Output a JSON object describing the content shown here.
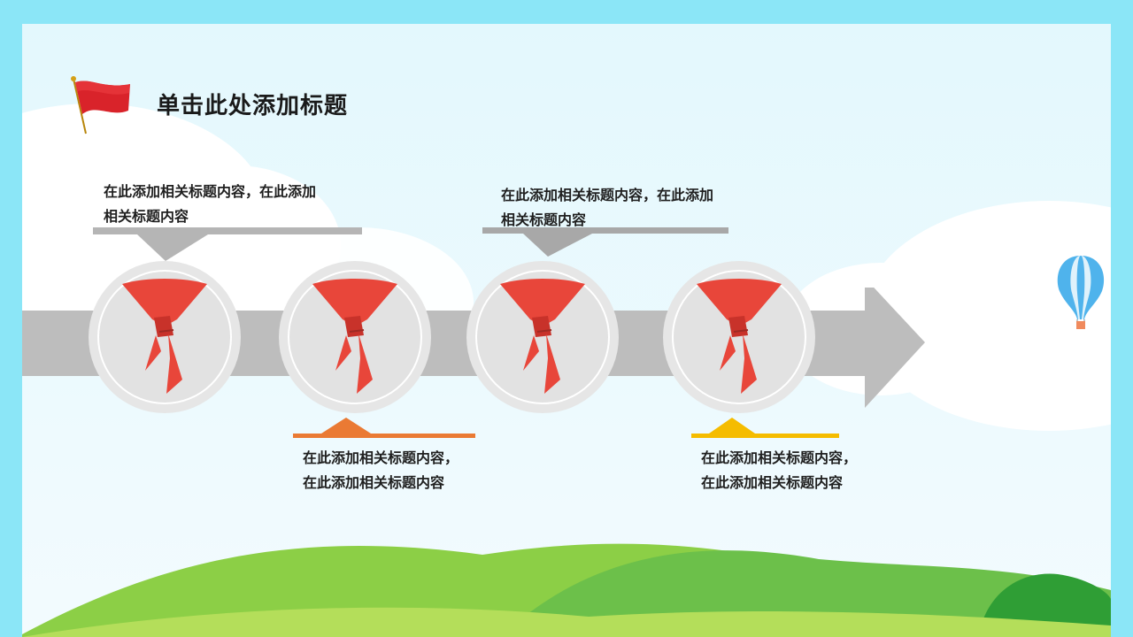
{
  "slide": {
    "title": "单击此处添加标题"
  },
  "nodes": [
    {
      "text": "在此添加相关标题内容，在此添加相关标题内容",
      "accent": "#b5b5b5",
      "position": "top"
    },
    {
      "text": "在此添加相关标题内容，在此添加相关标题内容",
      "accent": "#ea7a34",
      "position": "bottom"
    },
    {
      "text": "在此添加相关标题内容，在此添加相关标题内容",
      "accent": "#a8a8a8",
      "position": "top"
    },
    {
      "text": "在此添加相关标题内容，在此添加相关标题内容",
      "accent": "#f5bc00",
      "position": "bottom"
    }
  ],
  "captions": {
    "n1_line1": "在此添加相关标题内容，在此添加",
    "n1_line2": "相关标题内容",
    "n2_line1": "在此添加相关标题内容，",
    "n2_line2": "在此添加相关标题内容",
    "n3_line1": "在此添加相关标题内容，在此添加",
    "n3_line2": "相关标题内容",
    "n4_line1": "在此添加相关标题内容，",
    "n4_line2": "在此添加相关标题内容"
  },
  "icons": {
    "flag": "red-flag-icon",
    "scarf": "red-scarf-icon",
    "balloon": "hot-air-balloon-icon"
  },
  "colors": {
    "frame": "#8be6f7",
    "arrow": "#bdbdbd",
    "scarf": "#e8463a",
    "hill_light": "#a9d94c",
    "hill_dark": "#3aa635"
  }
}
